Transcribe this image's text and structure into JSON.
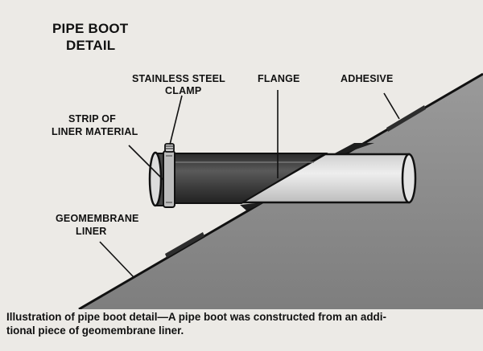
{
  "title": {
    "line1": "PIPE BOOT",
    "line2": "DETAIL"
  },
  "labels": {
    "clamp": {
      "line1": "STAINLESS STEEL",
      "line2": "CLAMP"
    },
    "flange": "FLANGE",
    "adhesive": "ADHESIVE",
    "strip": {
      "line1": "STRIP OF",
      "line2": "LINER MATERIAL"
    },
    "liner": {
      "line1": "GEOMEMBRANE",
      "line2": "LINER"
    }
  },
  "caption": {
    "line1": "Illustration of pipe boot detail—A pipe boot was constructed from an addi-",
    "line2": "tional piece of geomembrane liner."
  },
  "colors": {
    "background": "#eceae6",
    "slope": "#8a8a8a",
    "pipe": "#d9d9d9",
    "boot": "#3c3c3c",
    "ink": "#111111"
  }
}
